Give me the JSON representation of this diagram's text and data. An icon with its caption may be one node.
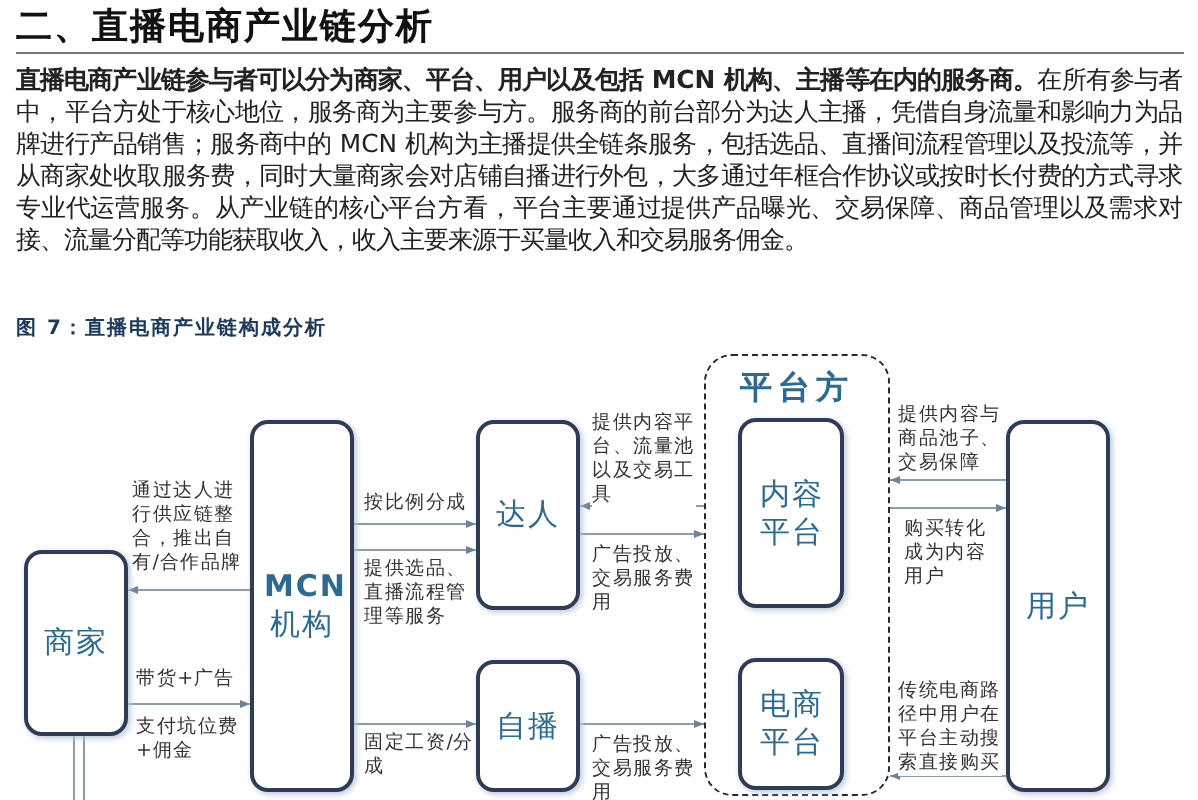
{
  "diagram": {
    "title": "二、直播电商产业链分析",
    "caption": "图 7：直播电商产业链构成分析",
    "labels": [
      "**直播电商产业链参与者可以分为商家、平台、用户以及包括 MCN 机构、主播等在内的服务商。**在所有参与者中，平台方处于核心地位，服务商为主要参与方。服务商的前台部分为达人主播，凭借自身流量和影响力为品牌进行产品销售；服务商中的 MCN 机构为主播提供全链条服务，包括选品、直播间流程管理以及投流等，并从商家处收取服务费，同时大量商家会对店铺自播进行外包，大多通过年框合作协议或按时长付费的方式寻求专业代运营服务。从产业链的核心平台方看，平台主要通过提供产品曝光、交易保障、商品管理以及需求对接、流量分配等功能获取收入，收入主要来源于买量收入和交易服务佣金。",
      "支付坑位费+佣金"
    ],
    "nodes": [
      {
        "text": [
          "商家"
        ]
      },
      {
        "text": [
          "**MCN** 机构"
        ]
      },
      {
        "text": [
          "达人"
        ]
      },
      {
        "text": [
          "自播"
        ]
      },
      {
        "text": [
          "平台方"
        ]
      },
      {
        "text": [
          "内容平台"
        ],
        "in": 4
      },
      {
        "text": [
          "电商平台"
        ],
        "in": 4
      },
      {
        "text": [
          "用户"
        ]
      }
    ],
    "edges": [
      {
        "from": 1,
        "to": 0,
        "arrow": "to",
        "label": "通过达人进行供应链整合，推出自有/合作品牌"
      },
      {
        "from": 0,
        "to": 1,
        "arrow": "to",
        "label": "带货+广告"
      },
      {
        "from": 1,
        "to": 2,
        "arrow": "to",
        "label": "按比例分成"
      },
      {
        "from": 1,
        "to": 2,
        "arrow": "to",
        "label": "提供选品、直播流程管理等服务"
      },
      {
        "from": 1,
        "to": 3,
        "arrow": "to",
        "label": "固定工资/分成"
      },
      {
        "from": 4,
        "to": 2,
        "arrow": "to",
        "label": "提供内容平台、流量池以及交易工具"
      },
      {
        "from": 2,
        "to": 4,
        "arrow": "to",
        "label": "广告投放、交易服务费用"
      },
      {
        "from": 3,
        "to": 4,
        "arrow": "to",
        "label": "广告投放、交易服务费用"
      },
      {
        "from": 7,
        "to": 4,
        "arrow": "to",
        "label": "提供内容与商品池子、交易保障"
      },
      {
        "from": 4,
        "to": 7,
        "arrow": "to",
        "label": "购买转化成为内容用户"
      },
      {
        "from": 7,
        "to": 4,
        "arrow": "to",
        "label": "传统电商路径中用户在平台主动搜索直接购买"
      },
      {
        "from": 0,
        "to": null,
        "arrow": "none"
      },
      {
        "from": 0,
        "to": null,
        "arrow": "none"
      }
    ]
  }
}
